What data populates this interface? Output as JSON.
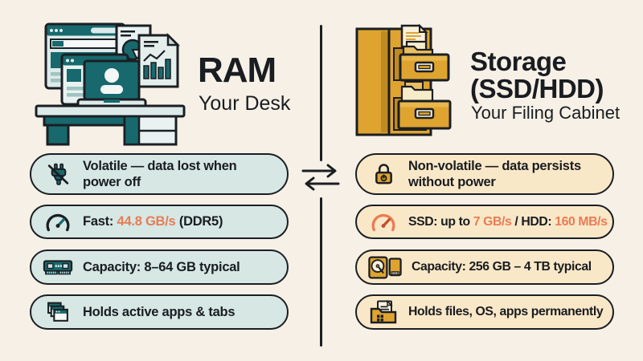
{
  "colors": {
    "background": "#f6f0e6",
    "ink": "#1b1e23",
    "teal": "#17696d",
    "teal_pill_bg": "#d6e7e4",
    "amber": "#dfa42f",
    "amber_pill_bg": "#f9e8c8",
    "accent_orange": "#e87c55"
  },
  "divider": {
    "icon": "swap-arrows-icon"
  },
  "ram": {
    "title": "RAM",
    "subtitle": "Your Desk",
    "illustration": "desk-illustration",
    "pills": {
      "volatile": {
        "icon": "plug-slash-icon",
        "text": "Volatile — data lost when power off"
      },
      "speed": {
        "icon": "speedometer-icon",
        "prefix": "Fast: ",
        "value": "44.8 GB/s",
        "suffix": " (DDR5)"
      },
      "capacity": {
        "icon": "ram-stick-icon",
        "text": "Capacity: 8–64 GB typical"
      },
      "holds": {
        "icon": "app-windows-icon",
        "text": "Holds active apps & tabs"
      }
    }
  },
  "storage": {
    "title_line1": "Storage",
    "title_line2": "(SSD/HDD)",
    "subtitle": "Your Filing Cabinet",
    "illustration": "filing-cabinet-illustration",
    "pills": {
      "nonvolatile": {
        "icon": "padlock-power-icon",
        "text": "Non-volatile — data persists without power"
      },
      "speed": {
        "icon": "speedometer-icon",
        "prefix": "SSD: up to ",
        "value1": "7 GB/s",
        "middle": " / HDD: ",
        "value2": "160 MB/s"
      },
      "capacity": {
        "icon": "hdd-ssd-icon",
        "text": "Capacity: 256 GB – 4 TB typical"
      },
      "holds": {
        "icon": "folder-files-icon",
        "text": "Holds files, OS, apps permanently"
      }
    }
  }
}
